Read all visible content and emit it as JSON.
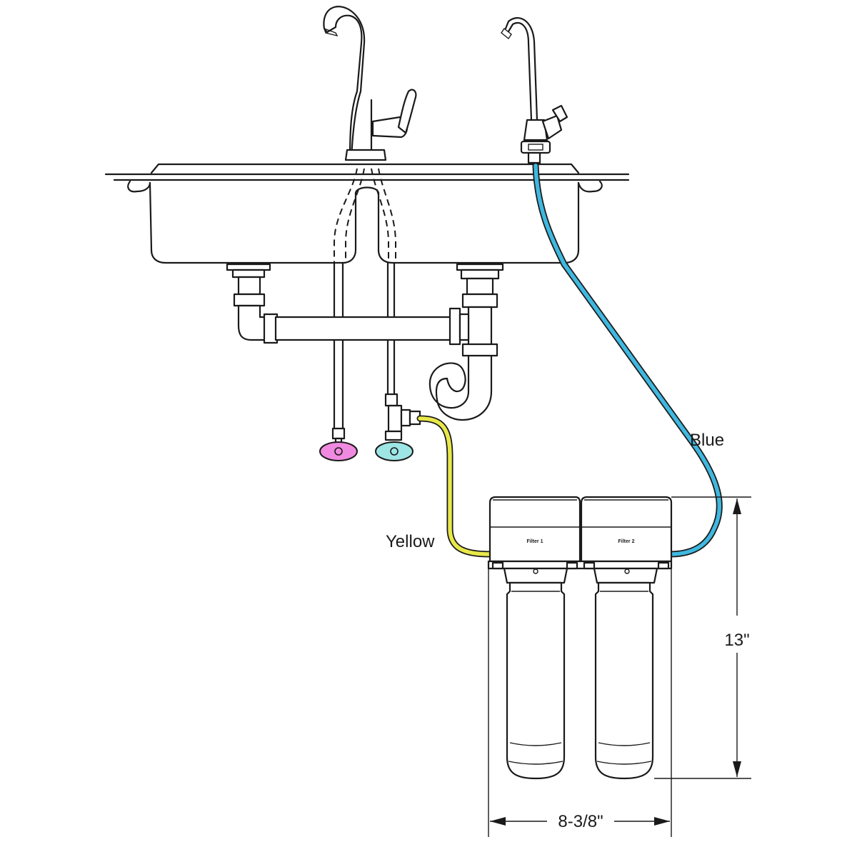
{
  "tube_labels": {
    "supply": "Yellow",
    "outlet": "Blue"
  },
  "filter_labels": {
    "first": "Filter 1",
    "second": "Filter 2"
  },
  "dimensions": {
    "height": "13\"",
    "width": "8-3/8\""
  },
  "colors": {
    "yellow_tube": "#e8e84a",
    "blue_tube": "#3fb8e0",
    "hot_valve": "#f08ae0",
    "cold_valve": "#9ee6e6",
    "outline": "#1a1a1a"
  },
  "icons": [
    "kitchen-faucet-icon",
    "drinking-water-faucet-icon",
    "hot-shutoff-valve-icon",
    "cold-shutoff-valve-icon"
  ]
}
